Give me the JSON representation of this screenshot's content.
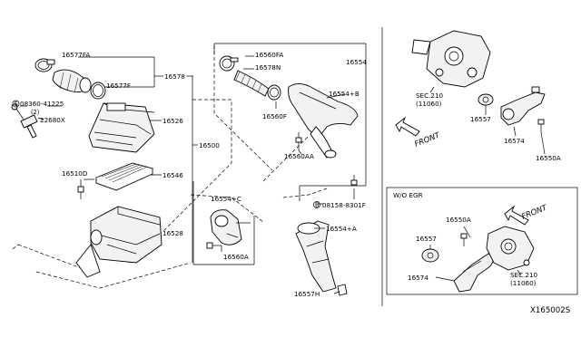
{
  "parts": {
    "p16577FA": "16577FA",
    "p16577F": "16577F",
    "p16578": "16578",
    "p08360": "08360-41225",
    "p08360_qty": "(2)",
    "p22680X": "22680X",
    "p16526": "16526",
    "p16500": "16500",
    "p16546": "16546",
    "p16510D": "16510D",
    "p16528": "16528",
    "p16560FA": "16560FA",
    "p16578N": "16578N",
    "p16554": "16554",
    "p16554B": "16554+B",
    "p16560F": "16560F",
    "p16560AA": "16560AA",
    "p08158": "08158-8301F",
    "p16554C": "16554+C",
    "p16554A": "16554+A",
    "p16560A": "16560A",
    "p16557H": "16557H",
    "sec210_top": "SEC.210",
    "sec210_top_ref": "(11060)",
    "p16557_top": "16557",
    "p16574_top": "16574",
    "p16550A_top": "16550A",
    "front_top": "FRONT",
    "wo_egr": "W/O EGR",
    "front_box": "FRONT",
    "p16550A_box": "16550A",
    "p16557_box": "16557",
    "p16574_box": "16574",
    "sec210_box": "SEC.210",
    "sec210_box_ref": "(11060)"
  },
  "diagram_id": "X165002S",
  "bolt_symbol": "B",
  "screw_symbol": "S"
}
